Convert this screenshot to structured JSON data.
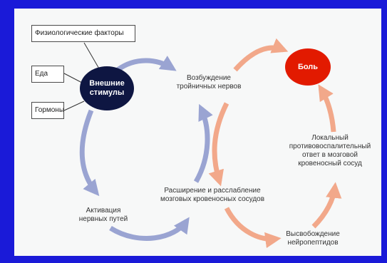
{
  "diagram": {
    "factors": {
      "physiological": "Физиологические факторы",
      "food": "Еда",
      "hormones": "Гормоны"
    },
    "external_stimuli": [
      "Внешние",
      "стимулы"
    ],
    "pain": "Боль",
    "trigeminal_excitation": [
      "Возбуждение",
      "тройничных нервов"
    ],
    "vasodilation": [
      "Расширение и расслабление",
      "мозговых кровеносных сосудов"
    ],
    "nerve_activation": [
      "Активация",
      "нервных путей"
    ],
    "local_inflammation": [
      "Локальный",
      "противовоспалительный",
      "ответ в мозговой",
      "кровеносный сосуд"
    ],
    "neuropeptide_release": [
      "Высвобождение",
      "нейропептидов"
    ],
    "colors": {
      "frame": "#1a1ad8",
      "stimuli_circle": "#0e1642",
      "pain_circle": "#e21a00",
      "blue_arrow": "#9aa4d2",
      "salmon_arrow": "#f2a88a"
    }
  }
}
